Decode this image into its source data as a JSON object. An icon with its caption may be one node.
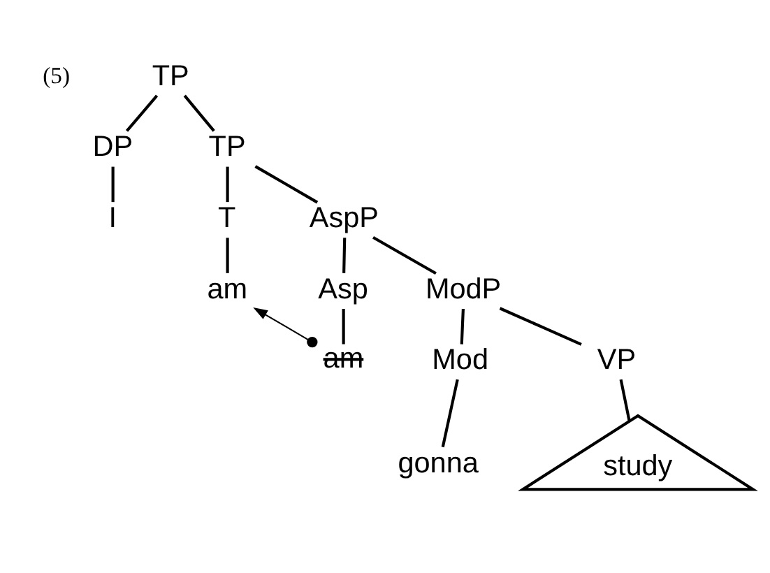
{
  "diagram": {
    "nodes": [
      {
        "text": [
          "TP"
        ]
      },
      {
        "text": [
          "DP"
        ]
      },
      {
        "text": [
          "TP"
        ]
      },
      {
        "text": [
          "I"
        ]
      },
      {
        "text": [
          "T"
        ]
      },
      {
        "text": [
          "AspP"
        ]
      },
      {
        "text": [
          "am"
        ]
      },
      {
        "text": [
          "Asp"
        ]
      },
      {
        "text": [
          "ModP"
        ]
      },
      {
        "text": [
          "am"
        ]
      },
      {
        "text": [
          "Mod"
        ]
      },
      {
        "text": [
          "VP"
        ]
      },
      {
        "text": [
          "gonna"
        ]
      },
      {
        "text": [
          "study"
        ]
      }
    ],
    "edges": [
      {
        "from": 0,
        "to": 1,
        "arrow": "none"
      },
      {
        "from": 0,
        "to": 2,
        "arrow": "none"
      },
      {
        "from": 1,
        "to": 3,
        "arrow": "none"
      },
      {
        "from": 2,
        "to": 4,
        "arrow": "none"
      },
      {
        "from": 2,
        "to": 5,
        "arrow": "none"
      },
      {
        "from": 4,
        "to": 6,
        "arrow": "none"
      },
      {
        "from": 5,
        "to": 7,
        "arrow": "none"
      },
      {
        "from": 5,
        "to": 8,
        "arrow": "none"
      },
      {
        "from": 7,
        "to": 9,
        "arrow": "none"
      },
      {
        "from": 8,
        "to": 10,
        "arrow": "none"
      },
      {
        "from": 8,
        "to": 11,
        "arrow": "none"
      },
      {
        "from": 10,
        "to": 12,
        "arrow": "none"
      },
      {
        "from": 11,
        "to": 13,
        "arrow": "none"
      },
      {
        "from": 9,
        "to": 6,
        "arrow": "to"
      }
    ],
    "labels": [
      "(5)"
    ]
  }
}
